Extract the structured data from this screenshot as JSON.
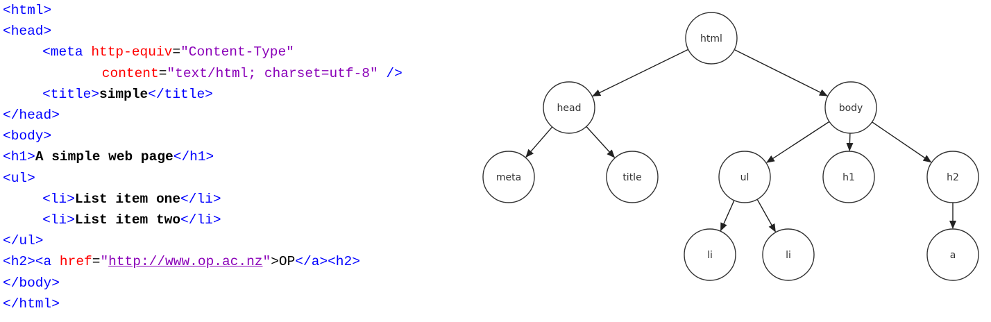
{
  "code": {
    "lines": [
      {
        "indent": 0,
        "tokens": [
          {
            "t": "tag",
            "v": "<html>"
          }
        ]
      },
      {
        "indent": 0,
        "tokens": [
          {
            "t": "tag",
            "v": "<head>"
          }
        ]
      },
      {
        "indent": 4,
        "tokens": [
          {
            "t": "tag",
            "v": "<meta "
          },
          {
            "t": "attr",
            "v": "http-equiv"
          },
          {
            "t": "plain",
            "v": "="
          },
          {
            "t": "val",
            "v": "\"Content-Type\""
          }
        ]
      },
      {
        "indent": 10,
        "tokens": [
          {
            "t": "attr",
            "v": "content"
          },
          {
            "t": "plain",
            "v": "="
          },
          {
            "t": "val",
            "v": "\"text/html; charset=utf-8\""
          },
          {
            "t": "tag",
            "v": " />"
          }
        ]
      },
      {
        "indent": 4,
        "tokens": [
          {
            "t": "tag",
            "v": "<title>"
          },
          {
            "t": "txt",
            "v": "simple"
          },
          {
            "t": "tag",
            "v": "</title>"
          }
        ]
      },
      {
        "indent": 0,
        "tokens": [
          {
            "t": "tag",
            "v": "</head>"
          }
        ]
      },
      {
        "indent": 0,
        "tokens": [
          {
            "t": "tag",
            "v": "<body>"
          }
        ]
      },
      {
        "indent": 0,
        "tokens": [
          {
            "t": "tag",
            "v": "<h1>"
          },
          {
            "t": "txt",
            "v": "A simple web page"
          },
          {
            "t": "tag",
            "v": "</h1>"
          }
        ]
      },
      {
        "indent": 0,
        "tokens": [
          {
            "t": "tag",
            "v": "<ul>"
          }
        ]
      },
      {
        "indent": 4,
        "tokens": [
          {
            "t": "tag",
            "v": "<li>"
          },
          {
            "t": "txt",
            "v": "List item one"
          },
          {
            "t": "tag",
            "v": "</li>"
          }
        ]
      },
      {
        "indent": 4,
        "tokens": [
          {
            "t": "tag",
            "v": "<li>"
          },
          {
            "t": "txt",
            "v": "List item two"
          },
          {
            "t": "tag",
            "v": "</li>"
          }
        ]
      },
      {
        "indent": 0,
        "tokens": [
          {
            "t": "tag",
            "v": "</ul>"
          }
        ]
      },
      {
        "indent": 0,
        "tokens": [
          {
            "t": "tag",
            "v": "<h2><a "
          },
          {
            "t": "attr",
            "v": "href"
          },
          {
            "t": "plain",
            "v": "="
          },
          {
            "t": "val",
            "v": "\""
          },
          {
            "t": "link",
            "v": "http://www.op.ac.nz"
          },
          {
            "t": "val",
            "v": "\""
          },
          {
            "t": "plain",
            "v": ">OP"
          },
          {
            "t": "tag",
            "v": "</a><h2>"
          }
        ]
      },
      {
        "indent": 0,
        "tokens": [
          {
            "t": "tag",
            "v": "</body>"
          }
        ]
      },
      {
        "indent": 0,
        "tokens": [
          {
            "t": "tag",
            "v": "</html>"
          }
        ]
      }
    ]
  },
  "tree": {
    "nodes": [
      {
        "id": "html",
        "label": "html"
      },
      {
        "id": "head",
        "label": "head"
      },
      {
        "id": "body",
        "label": "body"
      },
      {
        "id": "meta",
        "label": "meta"
      },
      {
        "id": "title",
        "label": "title"
      },
      {
        "id": "ul",
        "label": "ul"
      },
      {
        "id": "h1",
        "label": "h1"
      },
      {
        "id": "h2",
        "label": "h2"
      },
      {
        "id": "li1",
        "label": "li"
      },
      {
        "id": "li2",
        "label": "li"
      },
      {
        "id": "a",
        "label": "a"
      }
    ],
    "edges": [
      [
        "html",
        "head"
      ],
      [
        "html",
        "body"
      ],
      [
        "head",
        "meta"
      ],
      [
        "head",
        "title"
      ],
      [
        "body",
        "ul"
      ],
      [
        "body",
        "h1"
      ],
      [
        "body",
        "h2"
      ],
      [
        "ul",
        "li1"
      ],
      [
        "ul",
        "li2"
      ],
      [
        "h2",
        "a"
      ]
    ]
  }
}
